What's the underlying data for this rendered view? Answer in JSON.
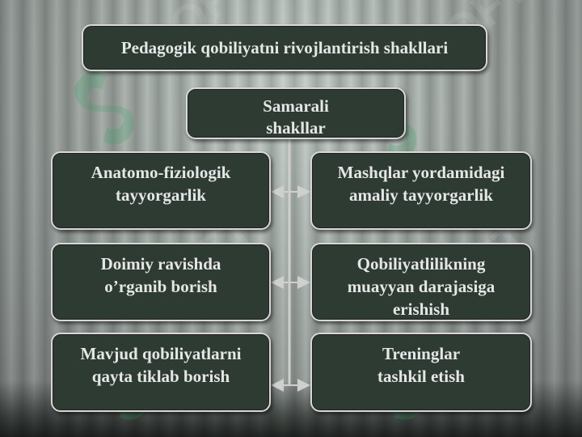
{
  "title": "Pedagogik qobiliyatni rivojlantirish shakllari",
  "center": "Samarali\nshakllar",
  "left": [
    "Anatomo-fiziologik\ntayyorgarlik",
    "Doimiy ravishda\no’rganib borish",
    "Mavjud qobiliyatlarni\nqayta tiklab borish"
  ],
  "right": [
    "Mashqlar yordamidagi\namaliy tayyorgarlik",
    "Qobiliyatlilikning\nmuayyan darajasiga\nerishish",
    "Treninglar\ntashkil etish"
  ],
  "watermark_text": "SOFT",
  "colors": {
    "box_fill": "#2d3b33",
    "box_border": "#d8d8d8",
    "text": "#e6e6e6",
    "connector": "#cfcfcf",
    "watermark": "#2fa05a"
  }
}
